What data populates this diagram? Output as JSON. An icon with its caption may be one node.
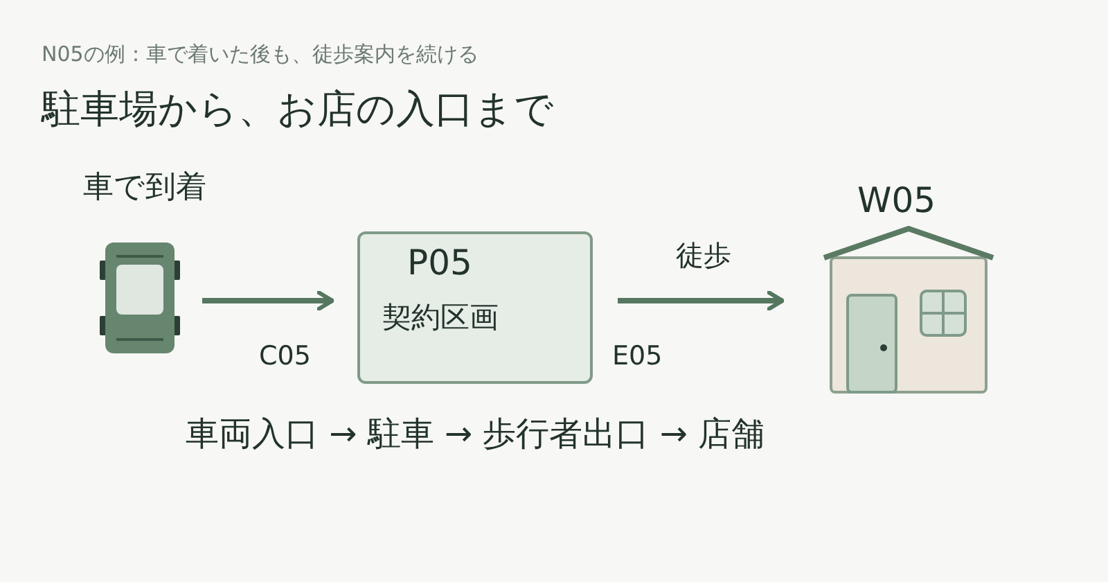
{
  "diagram": {
    "title": "駐車場から、お店の入口まで",
    "nodes": [
      {
        "text": [],
        "shape": "car",
        "beside": [
          "車で到着"
        ]
      },
      {
        "text": [
          "P05",
          "契約区画"
        ]
      },
      {
        "text": [
          "W05"
        ]
      }
    ],
    "edges": [
      {
        "from": 0,
        "to": 1,
        "arrow": "to"
      },
      {
        "from": 1,
        "to": 2,
        "arrow": "to",
        "label": "徒歩"
      }
    ],
    "labels": [
      "N05の例：車で着いた後も、徒歩案内を続ける",
      "C05",
      "E05",
      "車両入口 → 駐車 → 歩行者出口 → 店舗"
    ]
  }
}
